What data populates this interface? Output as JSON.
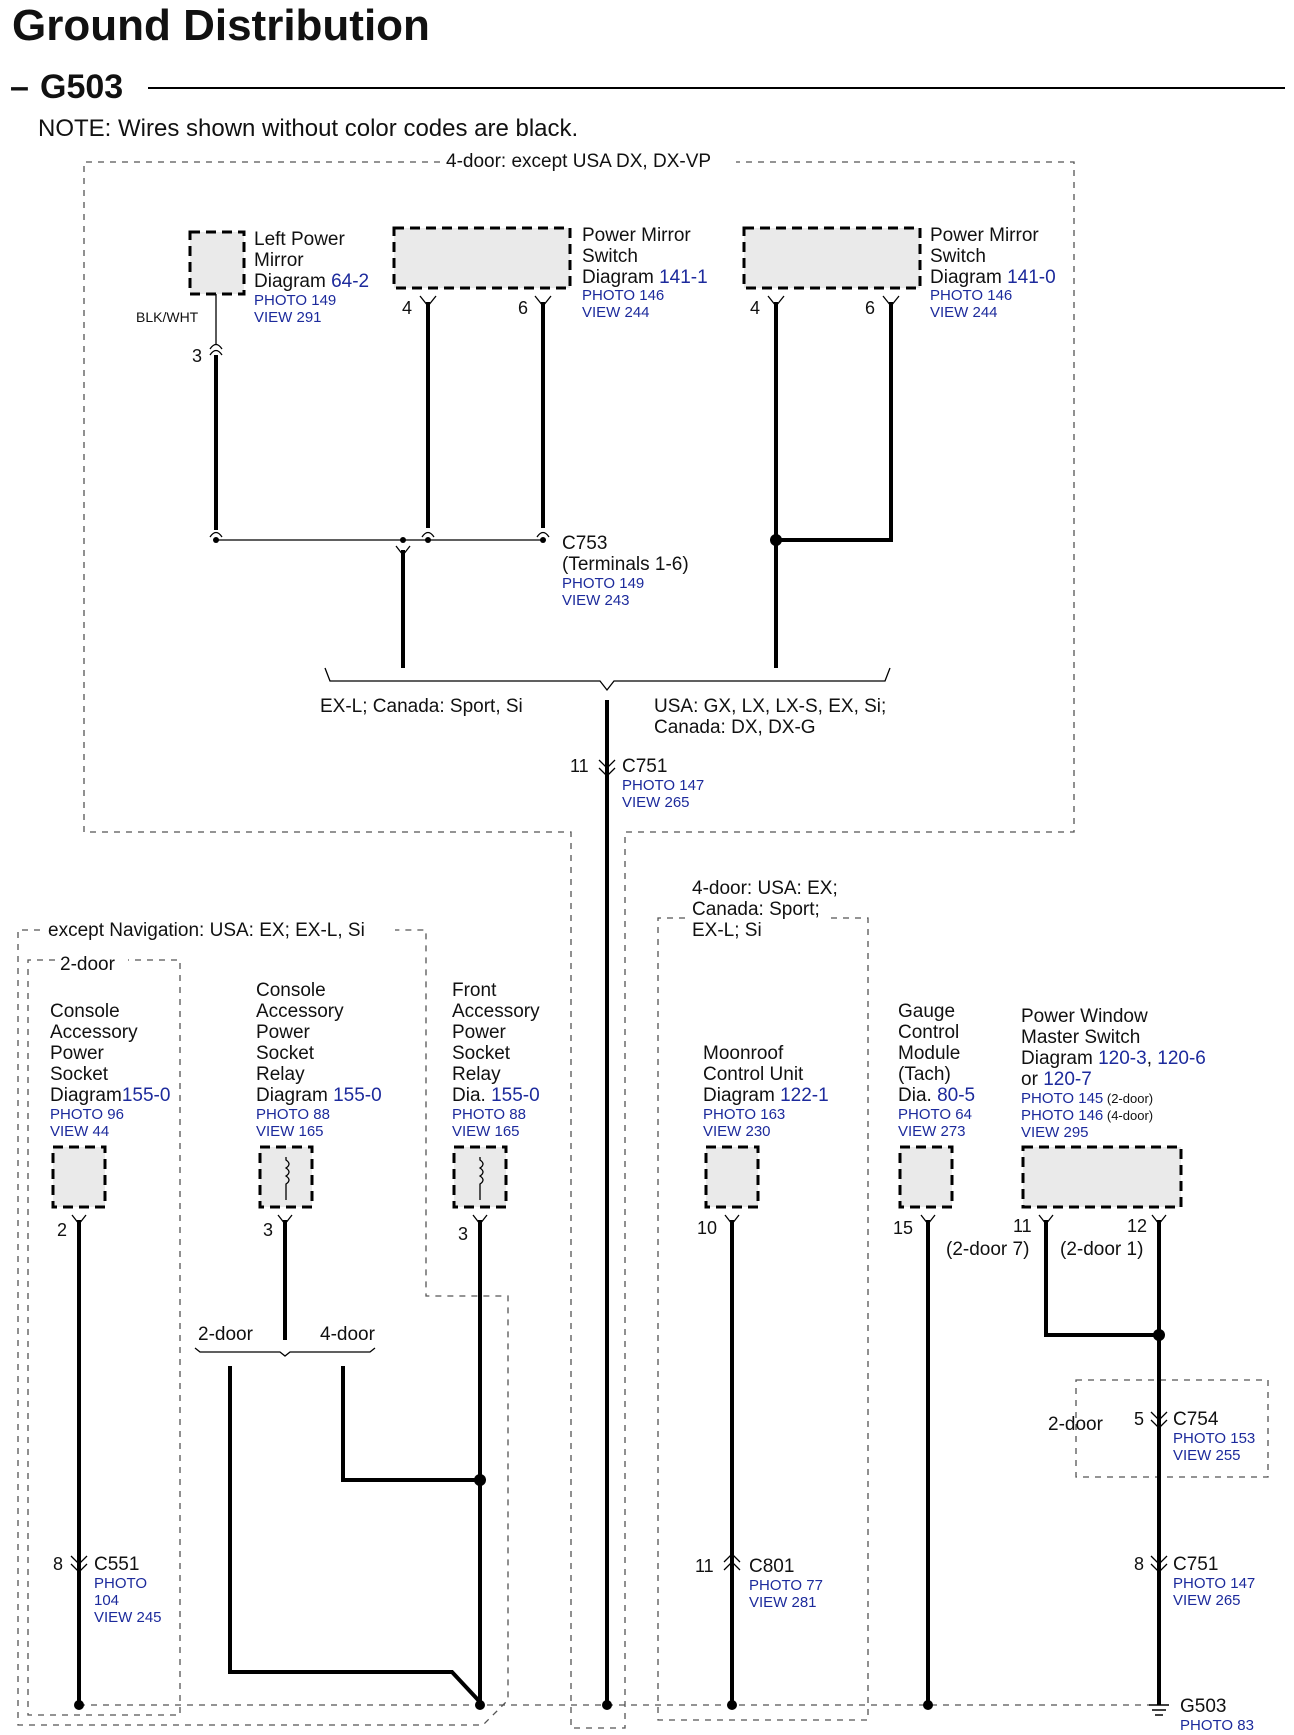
{
  "header": {
    "title": "Ground Distribution",
    "dash": "–",
    "ground_id": "G503",
    "note": "NOTE: Wires shown without color codes are black."
  },
  "regions": {
    "top": "4-door: except USA DX, DX-VP",
    "nav": "except Navigation: USA: EX; EX-L, Si",
    "two_door": "2-door",
    "moonroof": [
      "4-door: USA: EX;",
      "Canada: Sport;",
      "EX-L; Si"
    ],
    "c754_region": "2-door"
  },
  "components": {
    "left_mirror": {
      "name": [
        "Left Power",
        "Mirror"
      ],
      "diagram_label": "Diagram ",
      "diagram": "64-2",
      "photo": "PHOTO 149",
      "view": "VIEW 291",
      "wire_color": "BLK/WHT",
      "pin": "3"
    },
    "mirror_switch_1": {
      "name": [
        "Power Mirror",
        "Switch"
      ],
      "diagram_label": "Diagram ",
      "diagram": "141-1",
      "photo": "PHOTO 146",
      "view": "VIEW 244",
      "pins": [
        "4",
        "6"
      ]
    },
    "mirror_switch_2": {
      "name": [
        "Power Mirror",
        "Switch"
      ],
      "diagram_label": "Diagram ",
      "diagram": "141-0",
      "photo": "PHOTO 146",
      "view": "VIEW 244",
      "pins": [
        "4",
        "6"
      ]
    },
    "console_socket": {
      "name": [
        "Console",
        "Accessory",
        "Power",
        "Socket"
      ],
      "diagram_label": "Diagram",
      "diagram": "155-0",
      "photo": "PHOTO 96",
      "view": "VIEW 44",
      "pin": "2"
    },
    "console_relay": {
      "name": [
        "Console",
        "Accessory",
        "Power",
        "Socket",
        "Relay"
      ],
      "diagram_label": "Diagram ",
      "diagram": "155-0",
      "photo": "PHOTO 88",
      "view": "VIEW 165",
      "pin": "3"
    },
    "front_relay": {
      "name": [
        "Front",
        "Accessory",
        "Power",
        "Socket",
        "Relay"
      ],
      "diagram_label": "Dia. ",
      "diagram": "155-0",
      "photo": "PHOTO 88",
      "view": "VIEW 165",
      "pin": "3"
    },
    "moonroof_unit": {
      "name": [
        "Moonroof",
        "Control Unit"
      ],
      "diagram_label": "Diagram ",
      "diagram": "122-1",
      "photo": "PHOTO 163",
      "view": "VIEW 230",
      "pin": "10"
    },
    "gauge_module": {
      "name": [
        "Gauge",
        "Control",
        "Module",
        "(Tach)"
      ],
      "diagram_label": "Dia. ",
      "diagram": "80-5",
      "photo": "PHOTO 64",
      "view": "VIEW 273",
      "pin": "15"
    },
    "window_switch": {
      "name": [
        "Power Window",
        "Master Switch"
      ],
      "diagram_label": "Diagram ",
      "diagrams": [
        "120-3",
        "120-6",
        "120-7"
      ],
      "sep1": ", ",
      "or": "or ",
      "photos": [
        "PHOTO 145",
        "PHOTO 146"
      ],
      "photo_notes": [
        " (2-door)",
        " (4-door)"
      ],
      "view": "VIEW 295",
      "pins": [
        "11",
        "12"
      ],
      "pin_notes": [
        "(2-door 7)",
        "(2-door 1)"
      ]
    }
  },
  "connectors": {
    "c753": {
      "id": "C753",
      "sub": "(Terminals 1-6)",
      "photo": "PHOTO 149",
      "view": "VIEW 243"
    },
    "c751_top": {
      "id": "C751",
      "pin": "11",
      "photo": "PHOTO 147",
      "view": "VIEW 265"
    },
    "c551": {
      "id": "C551",
      "pin": "8",
      "photo": [
        "PHOTO",
        "104"
      ],
      "view": "VIEW 245"
    },
    "c801": {
      "id": "C801",
      "pin": "11",
      "photo": "PHOTO 77",
      "view": "VIEW 281"
    },
    "c754": {
      "id": "C754",
      "pin": "5",
      "photo": "PHOTO 153",
      "view": "VIEW 255"
    },
    "c751_bottom": {
      "id": "C751",
      "pin": "8",
      "photo": "PHOTO 147",
      "view": "VIEW 265"
    }
  },
  "branches": {
    "ex_l": "EX-L; Canada: Sport, Si",
    "usa": [
      "USA: GX, LX, LX-S, EX, Si;",
      "Canada: DX, DX-G"
    ],
    "two_door": "2-door",
    "four_door": "4-door"
  },
  "ground": {
    "id": "G503",
    "photo": "PHOTO 83"
  }
}
